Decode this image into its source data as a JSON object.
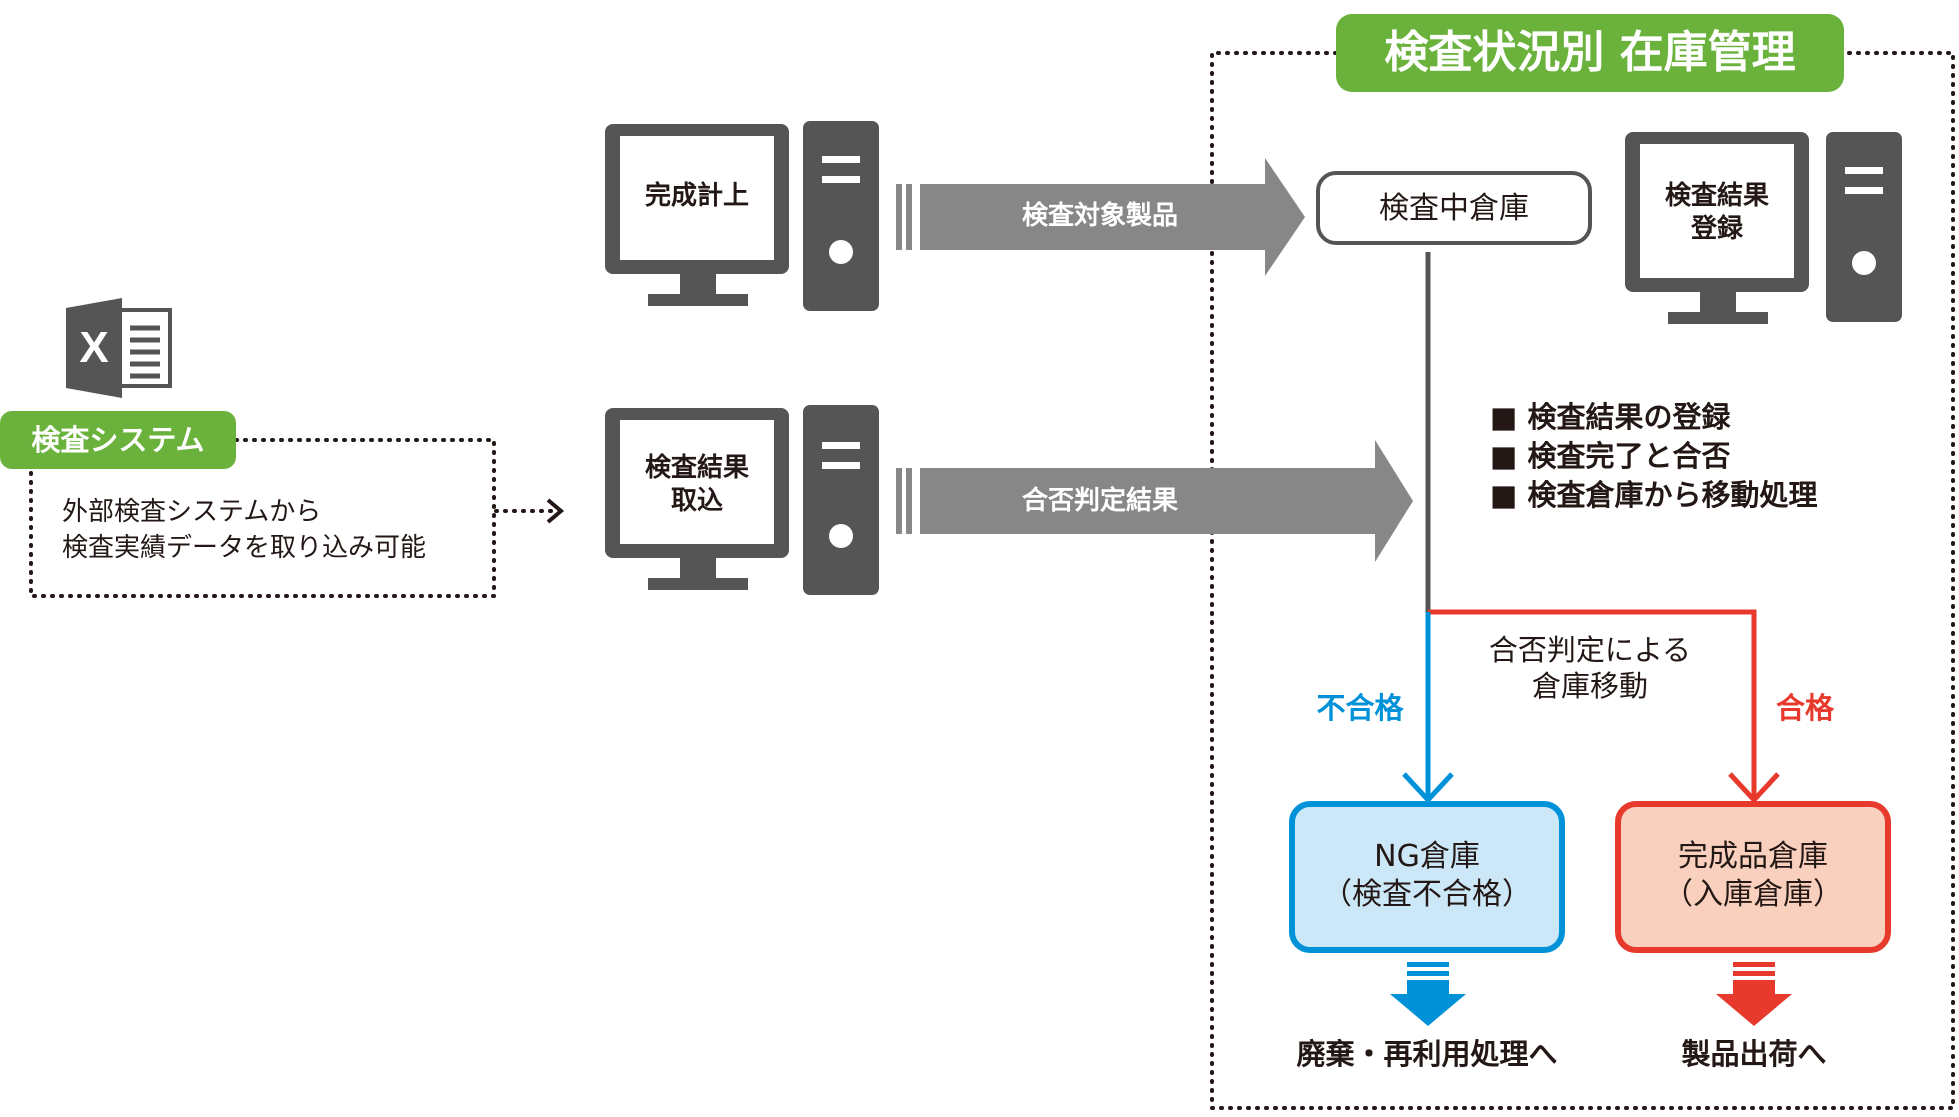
{
  "title": "検査状況別 在庫管理",
  "inspection_system": {
    "badge": "検査システム",
    "description_line1": "外部検査システムから",
    "description_line2": "検査実績データを取り込み可能"
  },
  "pc_completion": {
    "label": "完成計上"
  },
  "pc_import": {
    "label_line1": "検査結果",
    "label_line2": "取込"
  },
  "pc_register": {
    "label_line1": "検査結果",
    "label_line2": "登録"
  },
  "arrow_products": {
    "label": "検査対象製品"
  },
  "arrow_results": {
    "label": "合否判定結果"
  },
  "inspection_warehouse": {
    "label": "検査中倉庫"
  },
  "process_list": [
    "■ 検査結果の登録",
    "■ 検査完了と合否",
    "■ 検査倉庫から移動処理"
  ],
  "transfer_note": {
    "line1": "合否判定による",
    "line2": "倉庫移動"
  },
  "fail_label": "不合格",
  "pass_label": "合格",
  "ng_warehouse": {
    "line1": "NG倉庫",
    "line2": "（検査不合格）"
  },
  "finished_warehouse": {
    "line1": "完成品倉庫",
    "line2": "（入庫倉庫）"
  },
  "ng_destination": "廃棄・再利用処理へ",
  "finished_destination": "製品出荷へ",
  "colors": {
    "green": "#6ab23b",
    "gray": "#555555",
    "arrow_gray": "#878787",
    "blue": "#0092d8",
    "blue_fill": "#cce8f8",
    "red": "#e73a2c",
    "red_fill": "#f9d0bd"
  },
  "icons": [
    "excel-icon",
    "computer-icon",
    "dotted-arrow-icon",
    "down-arrow-icon"
  ]
}
